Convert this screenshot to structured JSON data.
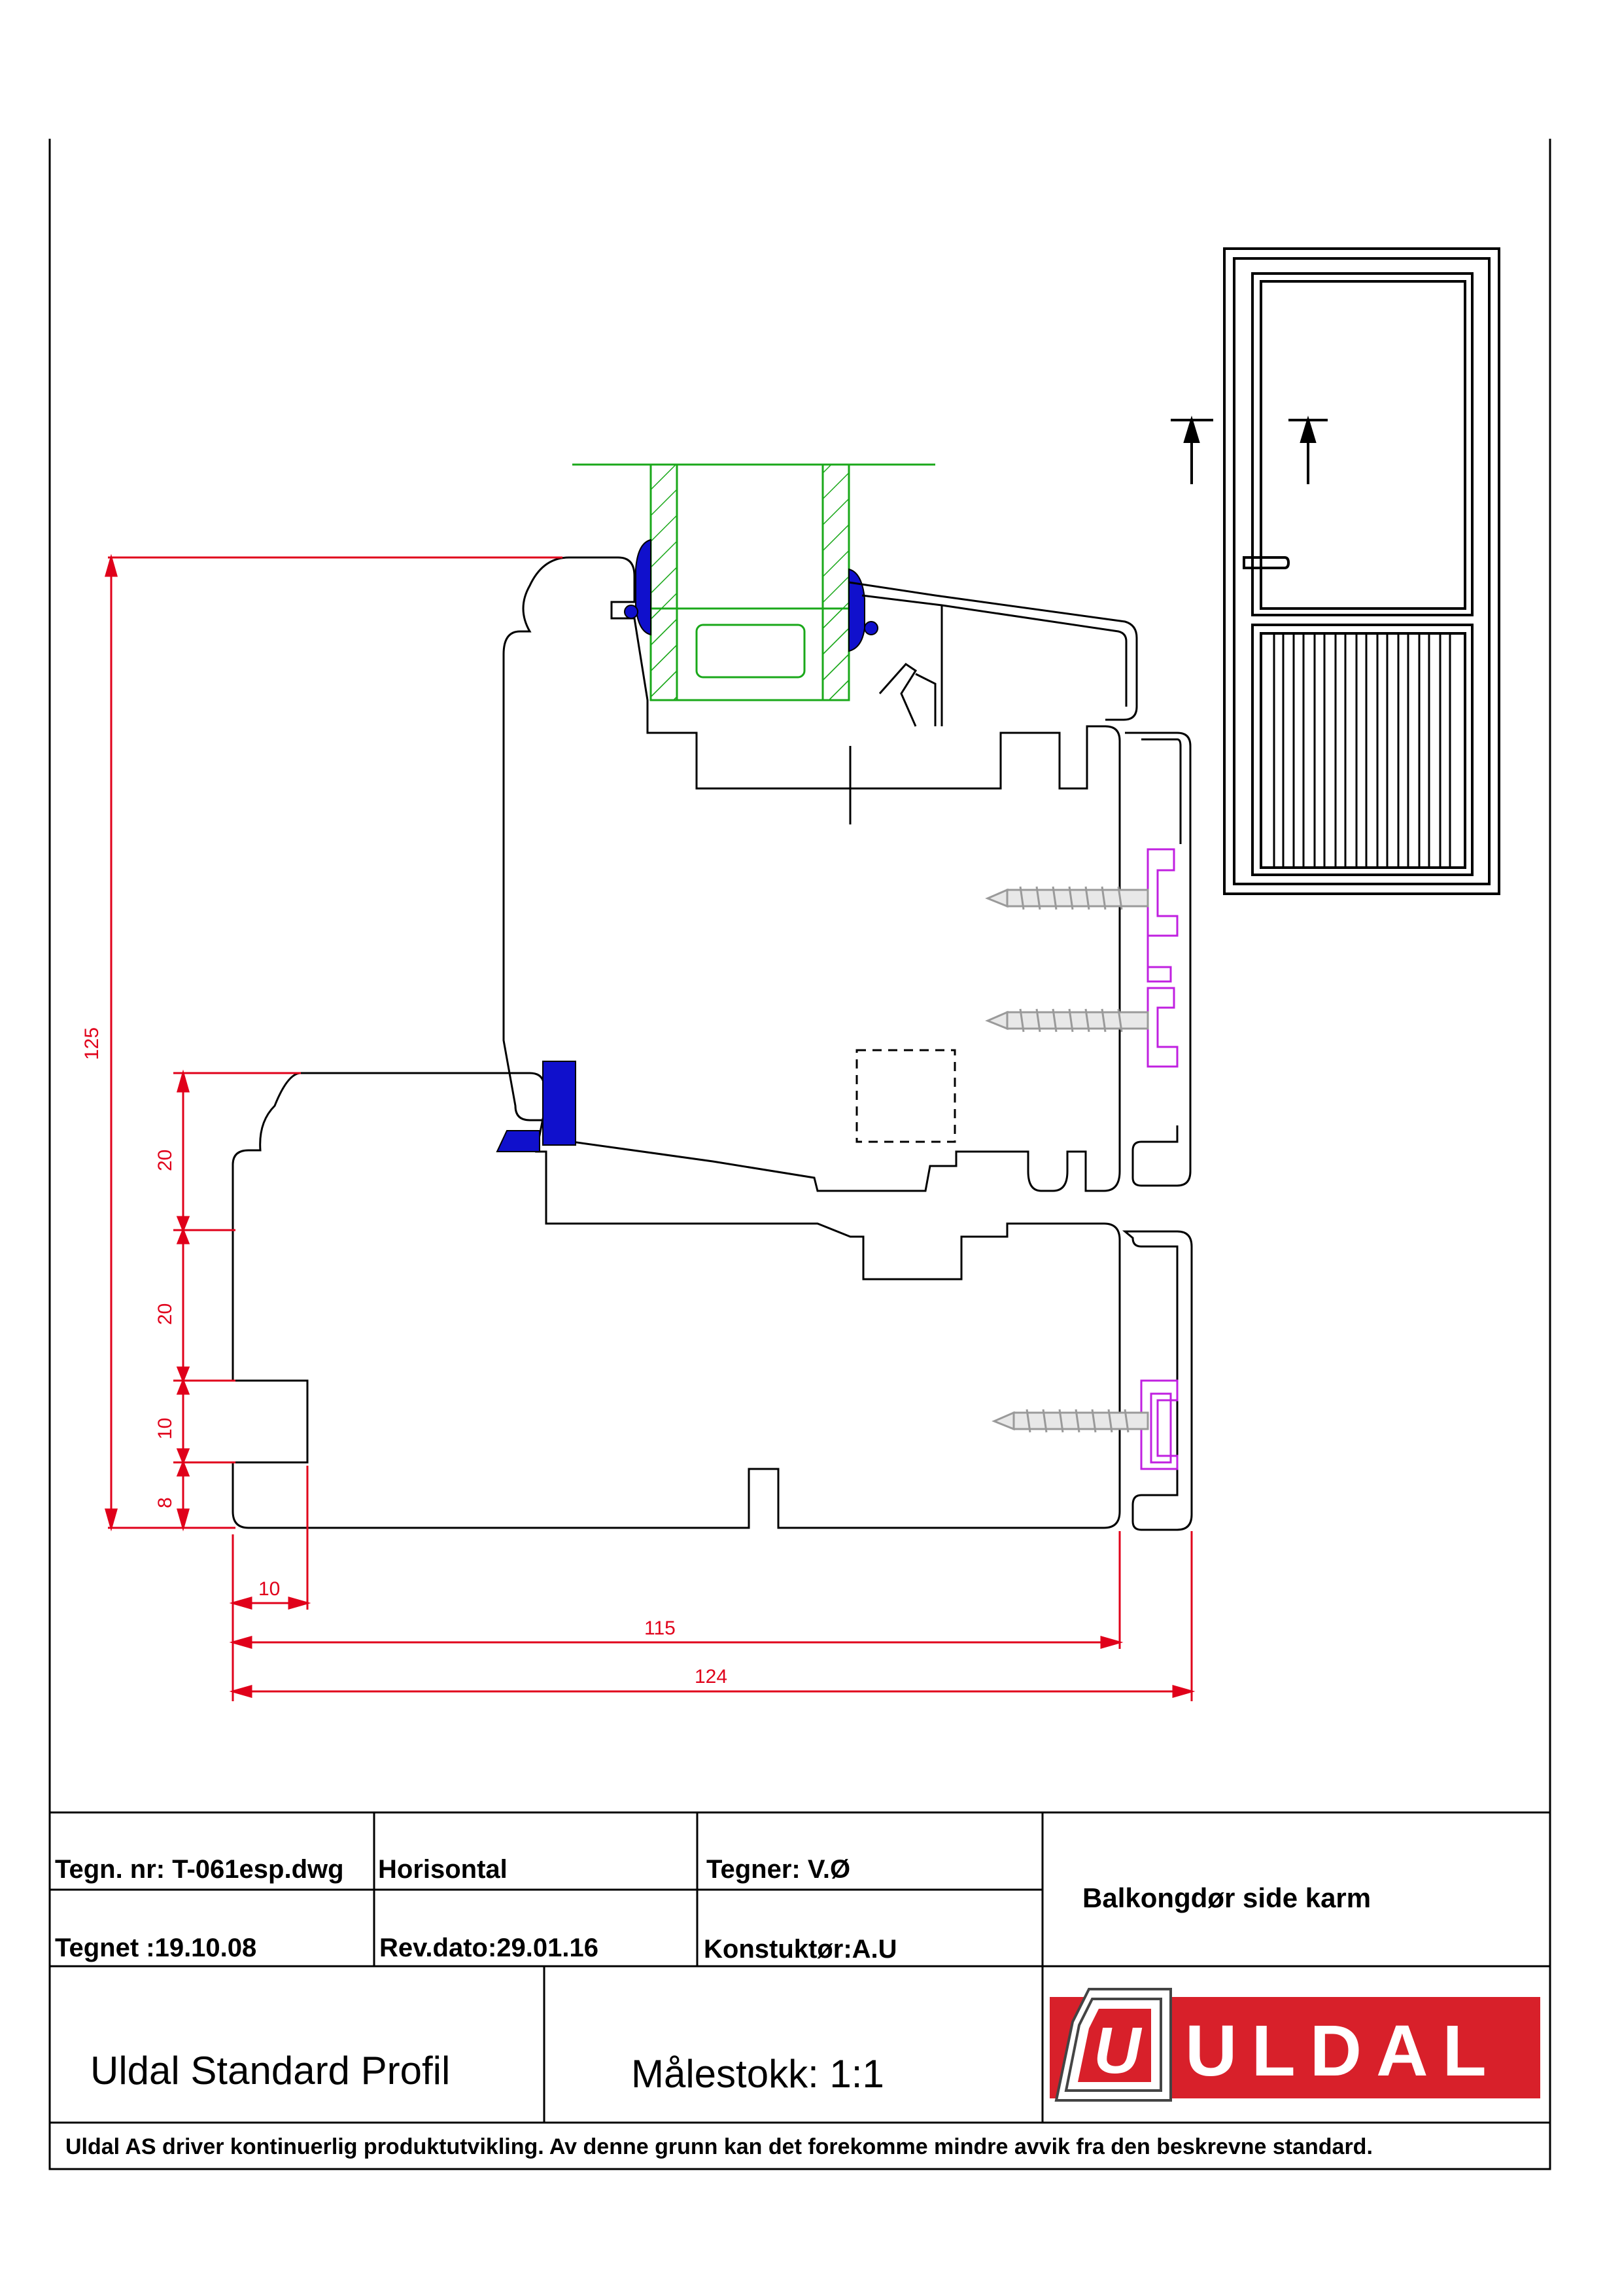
{
  "dimensions": {
    "total_height": "125",
    "seg_a": "20",
    "seg_b": "20",
    "seg_c": "10",
    "seg_d": "8",
    "rebate_width": "10",
    "frame_width": "115",
    "overall_width": "124"
  },
  "title_block": {
    "drawing_no": "Tegn. nr: T-061esp.dwg",
    "orientation": "Horisontal",
    "drawn_by": "Tegner: V.Ø",
    "drawn_date": "Tegnet :19.10.08",
    "rev_date": "Rev.dato:29.01.16",
    "constructor": "Konstuktør:A.U",
    "description": "Balkongdør side karm",
    "profile": "Uldal Standard Profil",
    "scale": "Målestokk: 1:1",
    "disclaimer": "Uldal AS driver kontinuerlig produktutvikling. Av denne grunn kan det forekomme mindre avvik fra den beskrevne standard."
  },
  "logo": {
    "text": "ULDAL",
    "mark": "U"
  },
  "colors": {
    "dimension": "#e0001a",
    "glass": "#1aa81a",
    "gasket": "#1010cc",
    "clip": "#c020e0",
    "screw": "#b8b8b8",
    "logo_red": "#d8202a"
  }
}
